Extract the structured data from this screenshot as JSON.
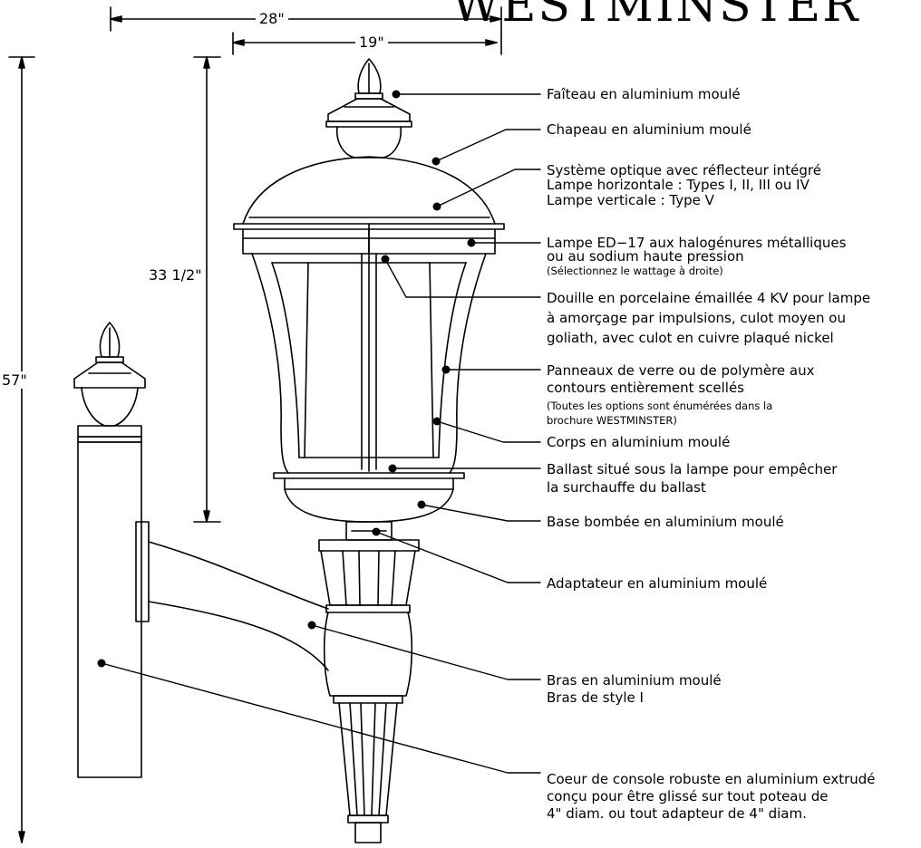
{
  "title": "WESTMINSTER",
  "dimensions": {
    "width_overall": "28\"",
    "width_fixture": "19\"",
    "height_fixture": "33 1/2\"",
    "height_overall": "57\""
  },
  "callouts": {
    "finial": "Faîteau en aluminium moulé",
    "cap": "Chapeau en aluminium moulé",
    "optics_1": "Système optique avec réflecteur intégré",
    "optics_2": "Lampe horizontale : Types I, II, III ou IV",
    "optics_3": "Lampe verticale : Type V",
    "lamp_1": "Lampe ED−17 aux halogénures métalliques",
    "lamp_2": "ou au sodium haute pression",
    "lamp_3": "(Sélectionnez le wattage à droite)",
    "socket_1": "Douille en porcelaine émaillée 4 KV pour lampe",
    "socket_2": "à amorçage par impulsions, culot moyen ou",
    "socket_3": "goliath, avec culot en cuivre plaqué nickel",
    "panels_1": "Panneaux de verre ou de polymère aux",
    "panels_2": "contours entièrement scellés",
    "panels_3": "(Toutes les options sont énumérées dans la",
    "panels_4": "brochure WESTMINSTER)",
    "body": "Corps en aluminium moulé",
    "ballast_1": "Ballast situé sous la lampe pour empêcher",
    "ballast_2": "la surchauffe du ballast",
    "base": "Base bombée en aluminium moulé",
    "adapter": "Adaptateur en aluminium moulé",
    "arm_1": "Bras en aluminium moulé",
    "arm_2": "Bras de style I",
    "bracket_1": "Coeur de console robuste en aluminium extrudé",
    "bracket_2": "conçu pour être glissé sur tout poteau de",
    "bracket_3": "4\" diam. ou tout adapteur de 4\" diam."
  }
}
